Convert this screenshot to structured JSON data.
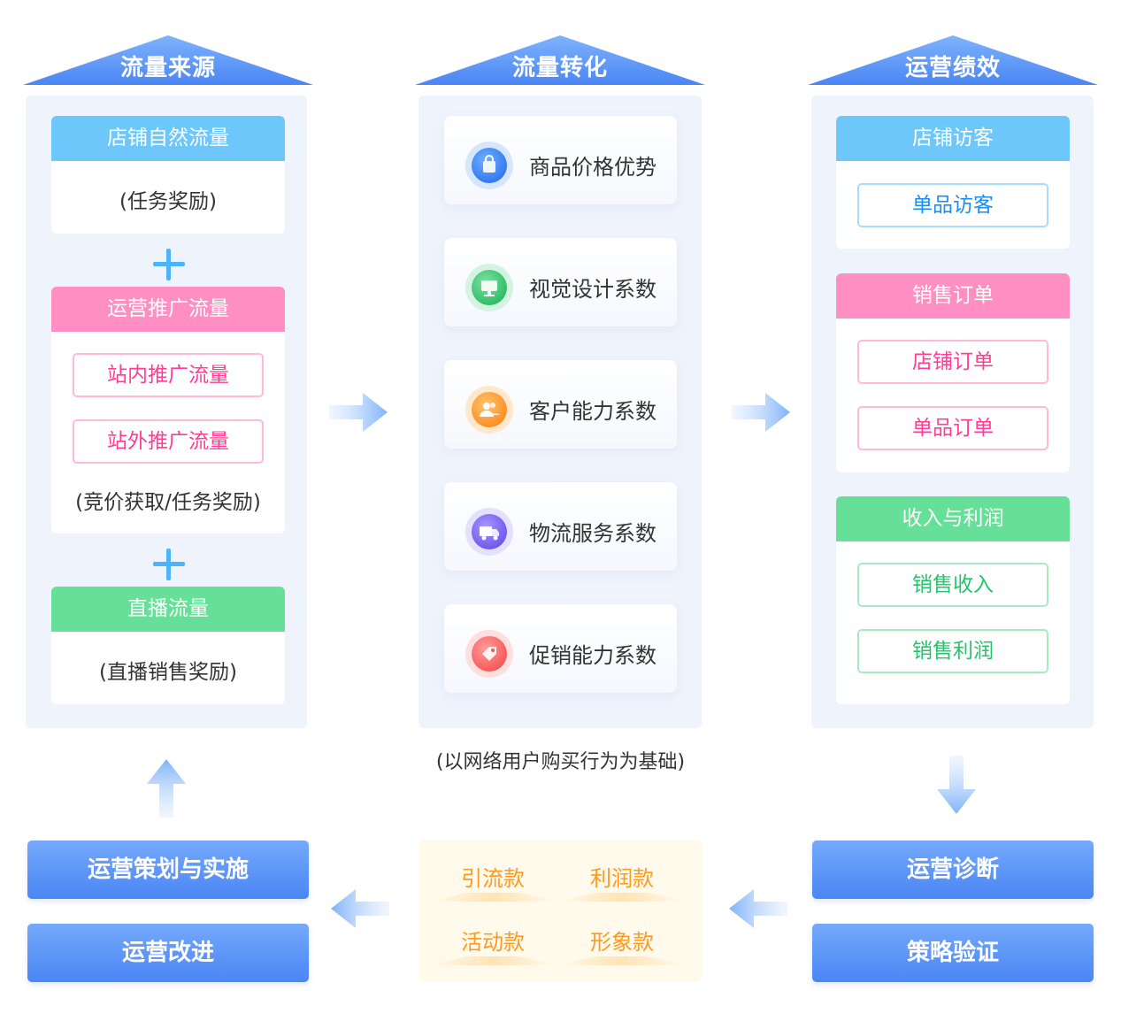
{
  "columns": {
    "source": {
      "title": "流量来源",
      "shop_natural": {
        "header": "店铺自然流量",
        "note": "(任务奖励)"
      },
      "ops_promo": {
        "header": "运营推广流量",
        "inner": "站内推广流量",
        "outer": "站外推广流量",
        "note": "(竞价获取/任务奖励)"
      },
      "live": {
        "header": "直播流量",
        "note": "(直播销售奖励)"
      }
    },
    "conversion": {
      "title": "流量转化",
      "factors": [
        {
          "label": "商品价格优势",
          "icon": "shopping-bag-icon",
          "color": "#3e8bf6"
        },
        {
          "label": "视觉设计系数",
          "icon": "monitor-icon",
          "color": "#3fc774"
        },
        {
          "label": "客户能力系数",
          "icon": "users-icon",
          "color": "#ff9b2f"
        },
        {
          "label": "物流服务系数",
          "icon": "truck-icon",
          "color": "#7b6cf2"
        },
        {
          "label": "促销能力系数",
          "icon": "tag-icon",
          "color": "#ff6b6b"
        }
      ],
      "note": "(以网络用户购买行为为基础)"
    },
    "performance": {
      "title": "运营绩效",
      "visitors": {
        "header": "店铺访客",
        "items": [
          "单品访客"
        ]
      },
      "orders": {
        "header": "销售订单",
        "items": [
          "店铺订单",
          "单品订单"
        ]
      },
      "profit": {
        "header": "收入与利润",
        "items": [
          "销售收入",
          "销售利润"
        ]
      }
    }
  },
  "bottom": {
    "left": [
      "运营策划与实施",
      "运营改进"
    ],
    "products": [
      "引流款",
      "利润款",
      "活动款",
      "形象款"
    ],
    "right": [
      "运营诊断",
      "策略验证"
    ]
  },
  "colors": {
    "roof": "#4a86f5",
    "blue_header": "#6ec7fb",
    "pink_header": "#ff8fc2",
    "green_header": "#66e098",
    "arrow": "#7fb3f8",
    "product_text": "#ff9a1f"
  }
}
